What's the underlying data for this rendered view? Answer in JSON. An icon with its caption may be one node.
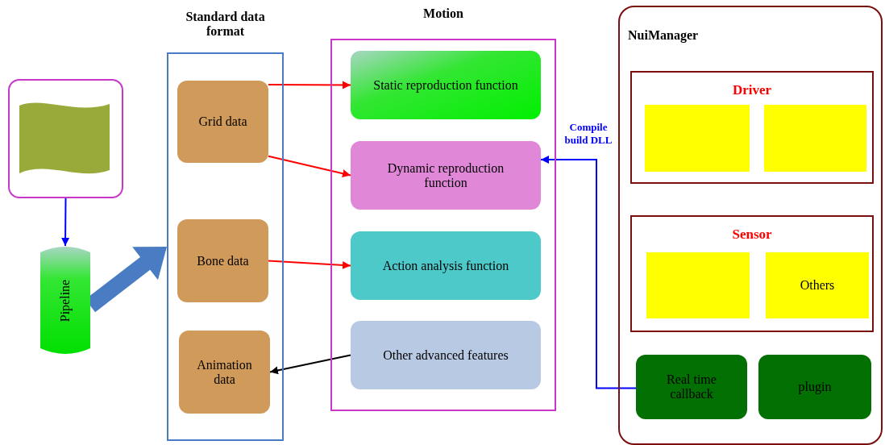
{
  "diagram": {
    "nodes": [
      {
        "text": [],
        "shape": "box"
      },
      {
        "text": [],
        "shape": "flag",
        "in": 0
      },
      {
        "text": [
          "Pipeline"
        ]
      },
      {
        "text": [
          "Standard data format"
        ]
      },
      {
        "text": [
          "Grid data"
        ],
        "in": 3
      },
      {
        "text": [
          "Bone data"
        ],
        "in": 3
      },
      {
        "text": [
          "Animation data"
        ],
        "in": 3
      },
      {
        "text": [
          "Motion"
        ]
      },
      {
        "text": [
          "Static reproduction function"
        ],
        "in": 7
      },
      {
        "text": [
          "Dynamic reproduction function"
        ],
        "in": 7
      },
      {
        "text": [
          "Action analysis function"
        ],
        "in": 7
      },
      {
        "text": [
          "Other advanced features"
        ],
        "in": 7
      },
      {
        "text": [
          "NuiManager"
        ]
      },
      {
        "text": [
          "Driver"
        ],
        "in": 12
      },
      {
        "text": [],
        "shape": "box",
        "in": 13
      },
      {
        "text": [],
        "shape": "box",
        "in": 13
      },
      {
        "text": [
          "Sensor"
        ],
        "in": 12
      },
      {
        "text": [],
        "shape": "box",
        "in": 16
      },
      {
        "text": [
          "Others"
        ],
        "in": 16
      },
      {
        "text": [
          "Real time callback"
        ],
        "in": 12
      },
      {
        "text": [
          "plugin"
        ],
        "in": 12
      }
    ],
    "edges": [
      {
        "from": 0,
        "to": 2,
        "arrow": "to",
        "color": "#0000ff"
      },
      {
        "from": 2,
        "to": 3,
        "arrow": "to",
        "style": "thick",
        "color": "#4a7cc4"
      },
      {
        "from": 4,
        "to": 8,
        "arrow": "to"
      },
      {
        "from": 4,
        "to": 9,
        "arrow": "to"
      },
      {
        "from": 5,
        "to": 10,
        "arrow": "to"
      },
      {
        "from": 11,
        "to": 6,
        "arrow": "to",
        "color": "#000000"
      },
      {
        "from": 19,
        "to": 9,
        "arrow": "to",
        "color": "#0000ff",
        "label": "Compile build DLL"
      }
    ]
  }
}
